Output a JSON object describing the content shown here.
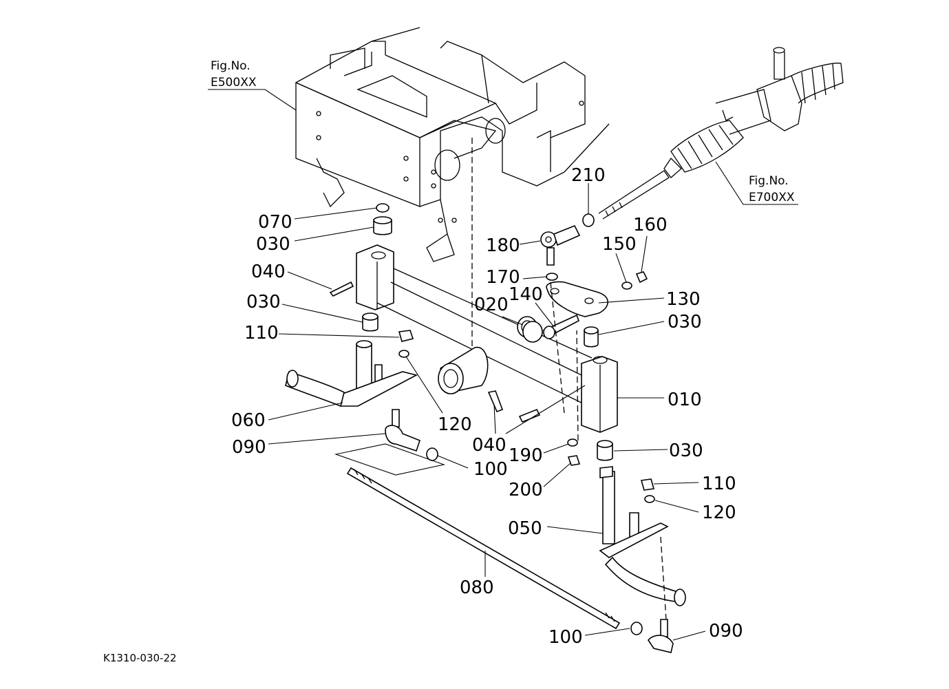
{
  "figure_refs": {
    "top_left": {
      "line1": "Fig.No.",
      "line2": "E500XX"
    },
    "right": {
      "line1": "Fig.No.",
      "line2": "E700XX"
    }
  },
  "drawing_code": "K1310-030-22",
  "callouts": {
    "c070": "070",
    "c030_top": "030",
    "c040_left": "040",
    "c030_mid": "030",
    "c110_left": "110",
    "c060": "060",
    "c120_left": "120",
    "c090_left": "090",
    "c100_left": "100",
    "c040_bottom": "040",
    "c020": "020",
    "c140": "140",
    "c170": "170",
    "c180": "180",
    "c210": "210",
    "c150": "150",
    "c160": "160",
    "c130": "130",
    "c030_right": "030",
    "c010": "010",
    "c190": "190",
    "c200": "200",
    "c030_bottom": "030",
    "c110_right": "110",
    "c120_right": "120",
    "c050": "050",
    "c080": "080",
    "c100_bottom": "100",
    "c090_bottom": "090"
  }
}
